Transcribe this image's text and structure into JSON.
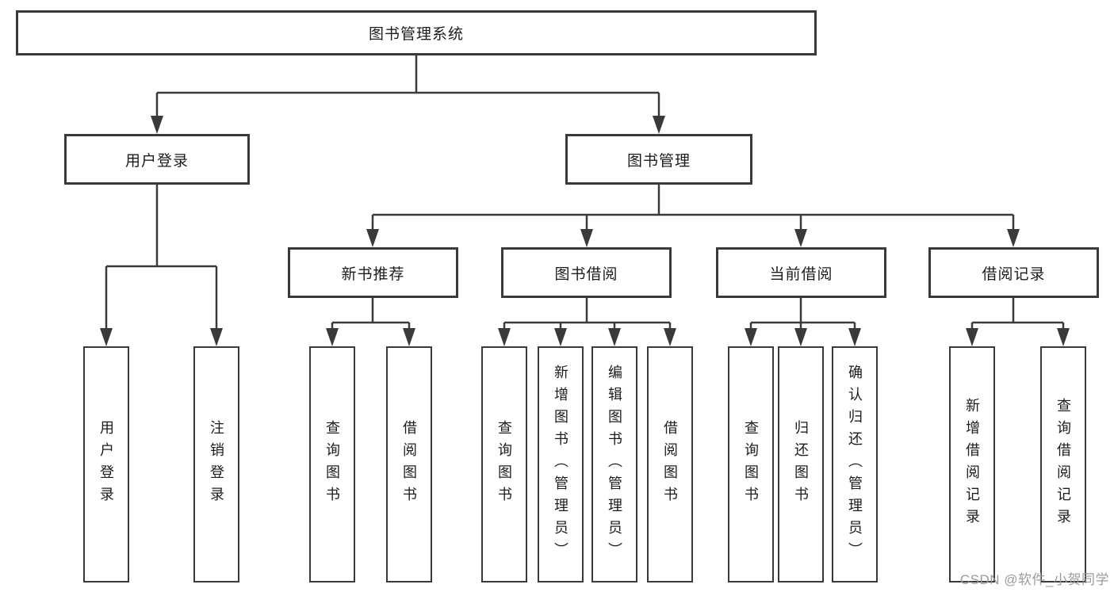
{
  "diagram": {
    "root": {
      "label": "图书管理系统"
    },
    "level2": [
      {
        "label": "用户登录"
      },
      {
        "label": "图书管理"
      }
    ],
    "level3": [
      {
        "label": "新书推荐"
      },
      {
        "label": "图书借阅"
      },
      {
        "label": "当前借阅"
      },
      {
        "label": "借阅记录"
      }
    ],
    "leaves": {
      "user_login": [
        {
          "label": "用户登录"
        },
        {
          "label": "注销登录"
        }
      ],
      "new_book_recommend": [
        {
          "label": "查询图书"
        },
        {
          "label": "借阅图书"
        }
      ],
      "book_borrow": [
        {
          "label": "查询图书"
        },
        {
          "label": "新增图书（管理员）"
        },
        {
          "label": "编辑图书（管理员）"
        },
        {
          "label": "借阅图书"
        }
      ],
      "current_borrow": [
        {
          "label": "查询图书"
        },
        {
          "label": "归还图书"
        },
        {
          "label": "确认归还（管理员）"
        }
      ],
      "borrow_records": [
        {
          "label": "新增借阅记录"
        },
        {
          "label": "查询借阅记录"
        }
      ]
    }
  },
  "watermark": "CSDN @软件_小贺同学",
  "colors": {
    "line": "#3a3a3a",
    "text": "#1c1c1c",
    "watermark": "#9b9b9b",
    "background": "#ffffff"
  }
}
